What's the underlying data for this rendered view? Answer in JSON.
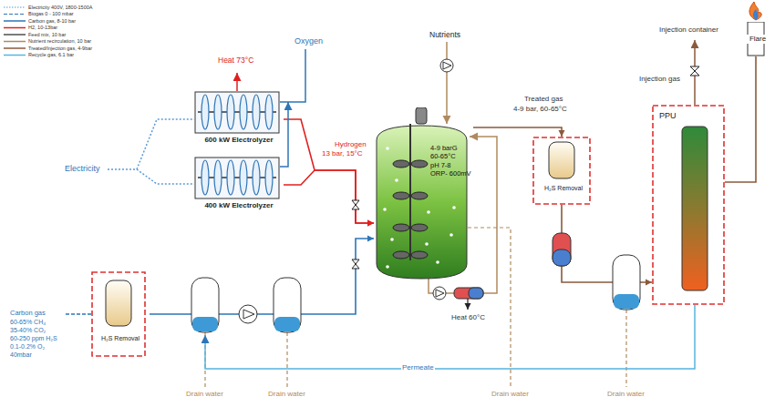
{
  "diagram": {
    "nodes": [
      {
        "text": [
          "600 kW Electrolyzer"
        ]
      },
      {
        "text": [
          "400 kW Electrolyzer"
        ]
      },
      {
        "text": [
          "4-9 barG",
          "60-65°C",
          "pH 7-8",
          "ORP- 600mV"
        ]
      },
      {
        "text": [
          "H₂S Removal"
        ]
      },
      {
        "text": [
          "H₂S Removal"
        ]
      },
      {
        "text": [
          "PPU"
        ]
      },
      {
        "text": [
          "Flare"
        ]
      }
    ],
    "edges": [
      {
        "from": 0,
        "to": 2,
        "arrow": "to"
      },
      {
        "from": 1,
        "to": 2,
        "arrow": "to"
      },
      {
        "from": 3,
        "to": 2,
        "arrow": "to"
      },
      {
        "from": 2,
        "to": 4,
        "arrow": "to"
      },
      {
        "from": 4,
        "to": 5,
        "arrow": "to"
      },
      {
        "from": 5,
        "to": 6,
        "arrow": "none"
      }
    ],
    "labels": [
      "Heat 73°C",
      "Oxygen",
      "Electricity",
      "Hydrogen",
      "13 bar, 15°C",
      "Nutrients",
      "Treated gas",
      "4-9 bar, 60-65°C",
      "Injection container",
      "Injection gas",
      "Heat 60°C",
      "Carbon gas",
      "60-65% CH₄",
      "35-40% CO₂",
      "60-250 ppm H₂S",
      "0.1-0.2% O₂",
      "40mbar",
      "Permeate",
      "Drain water",
      "Drain water",
      "Drain water",
      "Drain water"
    ],
    "legend": [
      {
        "text": "Electricity 400V, 1800-1500A"
      },
      {
        "text": "Biogas 0 - 100 mbar"
      },
      {
        "text": "Carbon gas, 8-10 bar"
      },
      {
        "text": "H2, 10-13bar"
      },
      {
        "text": "Feed mix, 10 bar"
      },
      {
        "text": "Nutrient recirculation, 10 bar"
      },
      {
        "text": "Treated/Injection gas, 4-9bar"
      },
      {
        "text": "Recycle gas, 6.1 bar"
      }
    ]
  }
}
